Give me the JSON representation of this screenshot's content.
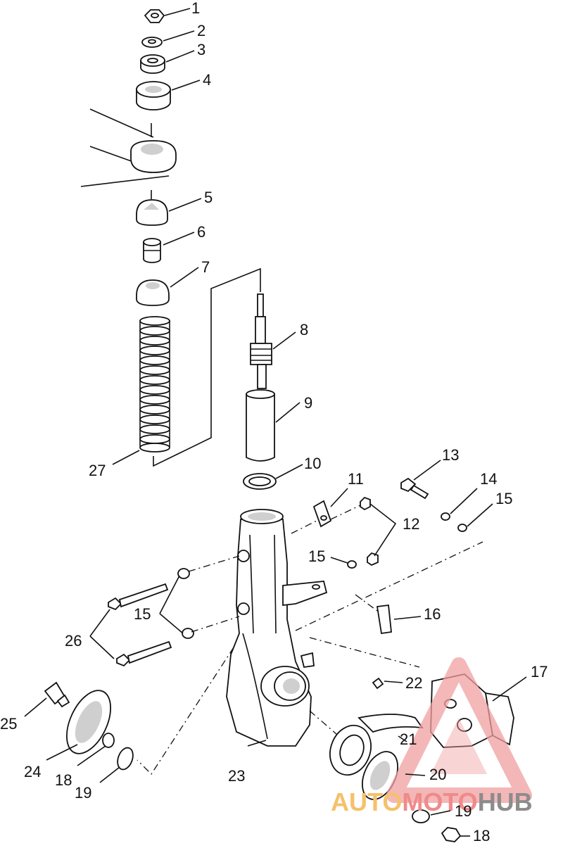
{
  "diagram": {
    "callouts": {
      "p1": "1",
      "p2": "2",
      "p3": "3",
      "p4": "4",
      "p5": "5",
      "p6": "6",
      "p7": "7",
      "p8": "8",
      "p9": "9",
      "p10": "10",
      "p11": "11",
      "p12": "12",
      "p13": "13",
      "p14": "14",
      "p15a": "15",
      "p15b": "15",
      "p15c": "15",
      "p16": "16",
      "p17": "17",
      "p18a": "18",
      "p18b": "18",
      "p19a": "19",
      "p19b": "19",
      "p20": "20",
      "p21": "21",
      "p22": "22",
      "p23": "23",
      "p24": "24",
      "p25": "25",
      "p26": "26",
      "p27": "27"
    }
  },
  "watermark": {
    "brand_part1": "AUTO",
    "brand_part2": "MOTO",
    "brand_part3": "HUB",
    "colors": {
      "auto": "#f5c16b",
      "moto": "#f08a8a",
      "hub": "#8c8c8c",
      "triangle": "#f0a0a0"
    }
  }
}
